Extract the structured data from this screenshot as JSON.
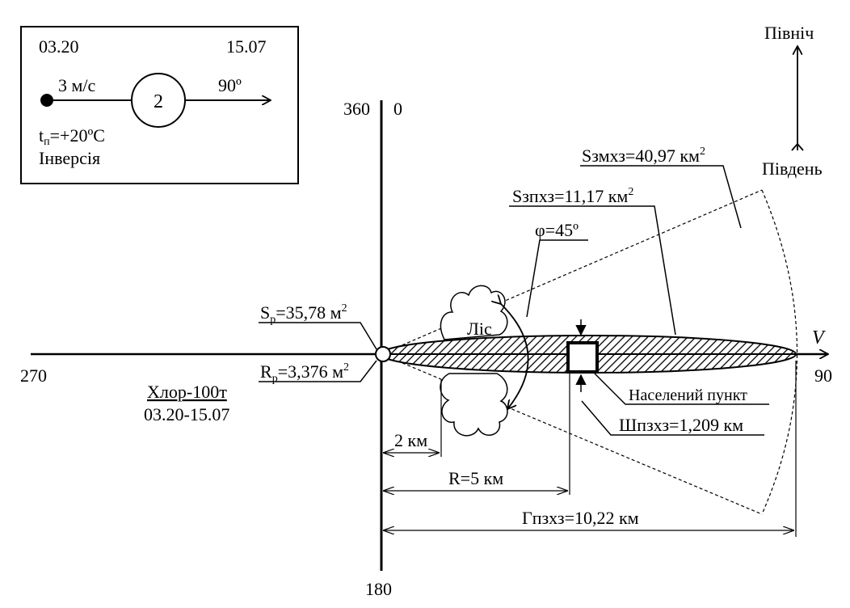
{
  "legend_box": {
    "time_left": "03.20",
    "time_right": "15.07",
    "wind_speed": "3 м/с",
    "stability_class": "2",
    "wind_direction": "90º",
    "temperature_prefix": "t",
    "temperature_sub": "п",
    "temperature_value": "=+20ºC",
    "stability_name": "Інверсія"
  },
  "compass": {
    "north": "Північ",
    "south": "Південь"
  },
  "axes": {
    "top_left": "360",
    "top_right": "0",
    "bottom": "180",
    "left": "270",
    "right": "90",
    "wind_symbol": "V"
  },
  "source": {
    "area_prefix": "S",
    "area_sub": "р",
    "area_value": "=35,78 м",
    "area_sup": "2",
    "radius_prefix": "R",
    "radius_sub": "р",
    "radius_value": "=3,376 м",
    "radius_sup": "2",
    "substance": "Хлор-100т",
    "time_range": "03.20-15.07"
  },
  "zones": {
    "possible_area": "Sзмхз=40,97 км",
    "possible_area_sup": "2",
    "actual_area": "Sзпхз=11,17 км",
    "actual_area_sup": "2",
    "angle": "φ=45º",
    "forest": "Ліс",
    "settlement": "Населений пункт",
    "width": "Шпзхз=1,209 км"
  },
  "dimensions": {
    "forest_distance": "2 км",
    "settlement_distance": "R=5 км",
    "depth": "Гпзхз=10,22 км"
  }
}
